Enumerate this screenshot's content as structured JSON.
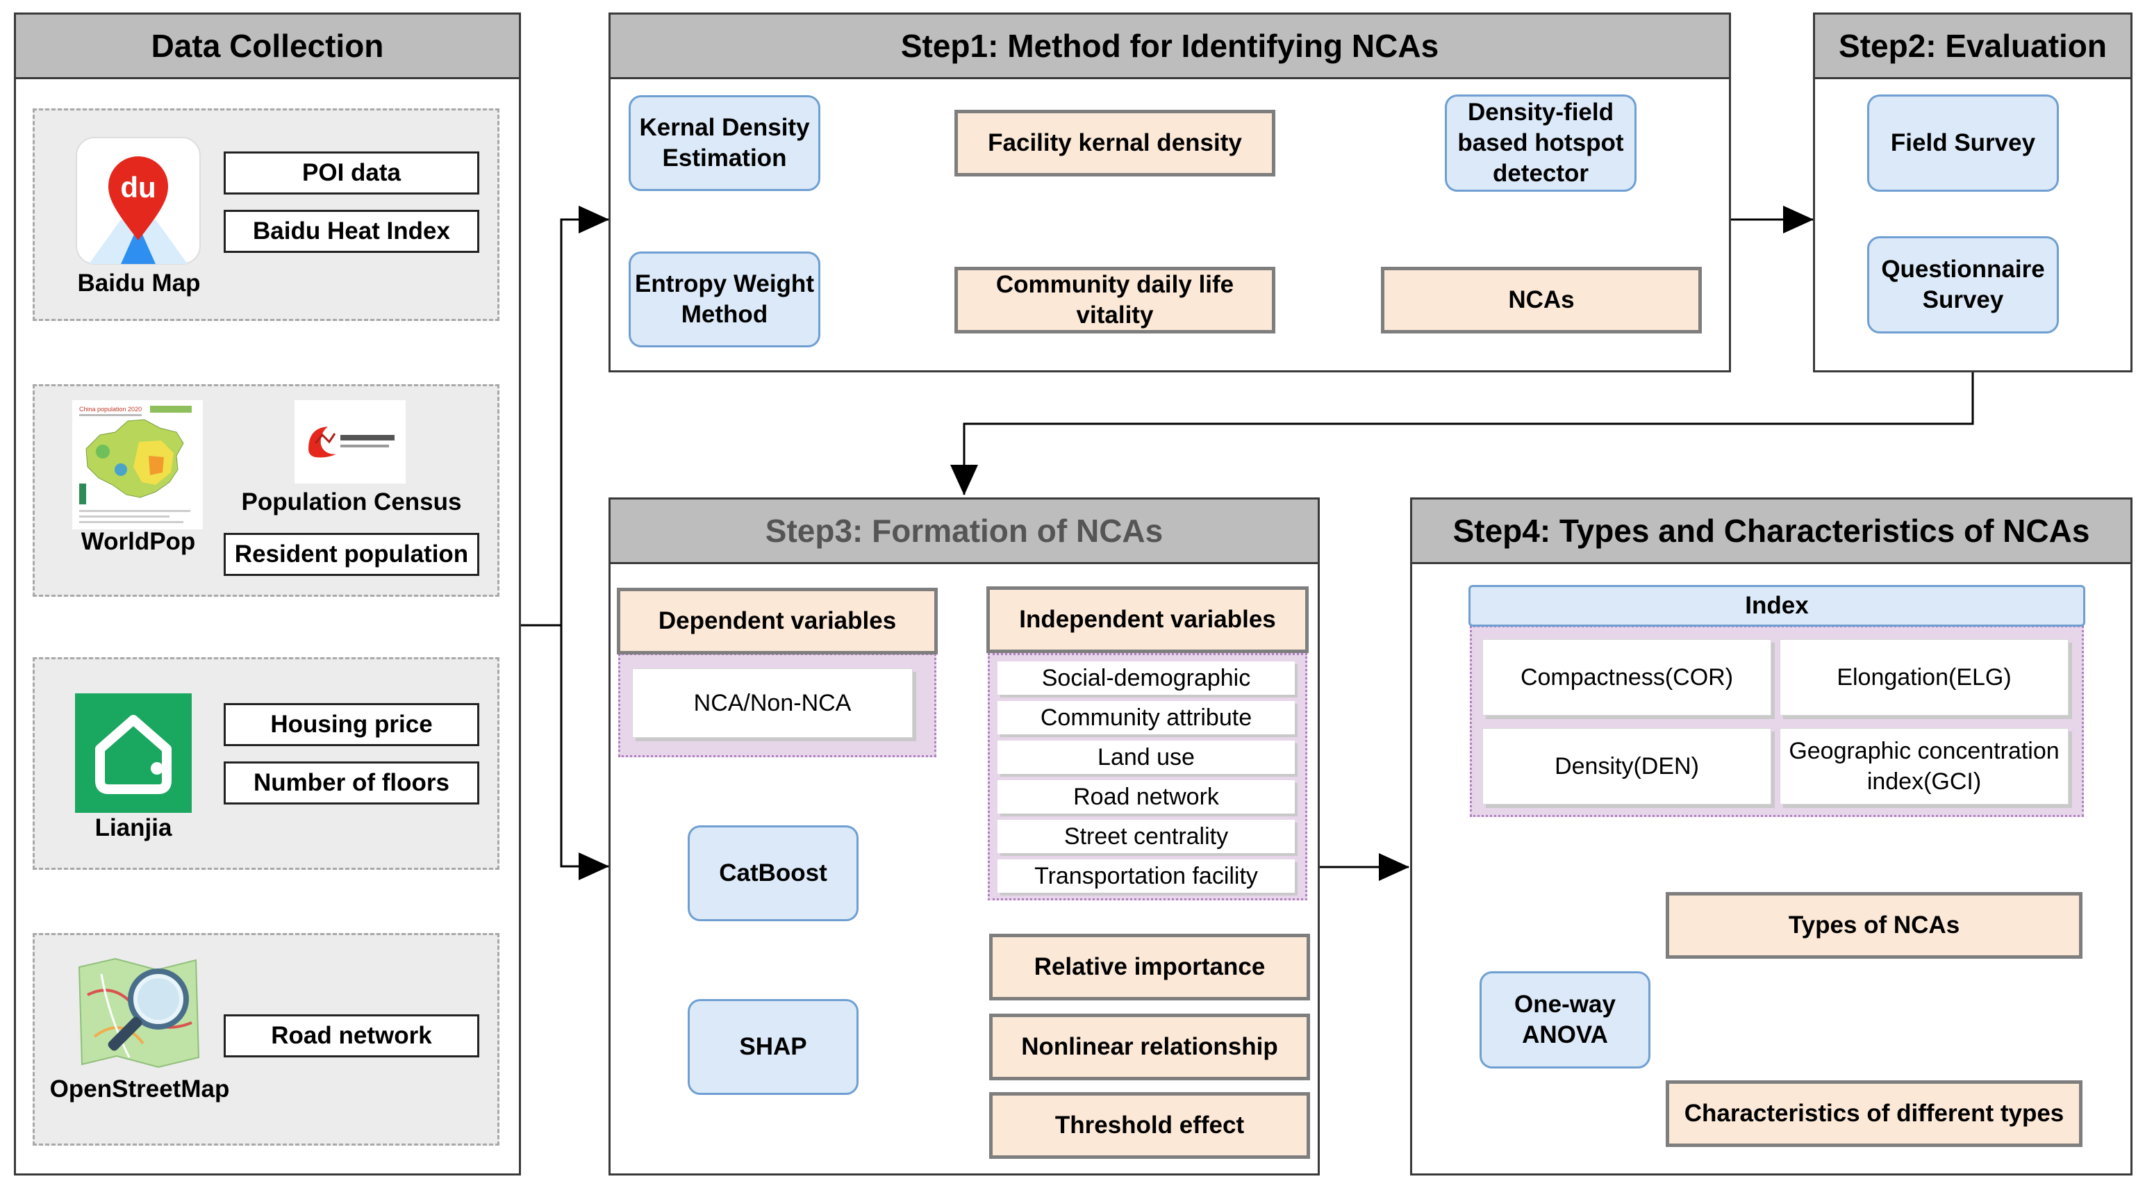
{
  "data_collection": {
    "title": "Data Collection",
    "sources": [
      {
        "name": "Baidu Map",
        "logo_text": "du",
        "items": [
          "POI data",
          "Baidu Heat Index"
        ]
      },
      {
        "name": "WorldPop",
        "map_title": "China population 2020",
        "census_name": "Population Census",
        "items": [
          "Resident population"
        ]
      },
      {
        "name": "Lianjia",
        "items": [
          "Housing price",
          "Number of floors"
        ]
      },
      {
        "name": "OpenStreetMap",
        "items": [
          "Road network"
        ]
      }
    ]
  },
  "step1": {
    "title": "Step1: Method for Identifying NCAs",
    "kde": "Kernal Density Estimation",
    "facility_density": "Facility kernal density",
    "entropy": "Entropy Weight Method",
    "vitality": "Community daily life vitality",
    "hotspot": "Density-field based hotspot detector",
    "ncas": "NCAs"
  },
  "step2": {
    "title": "Step2: Evaluation",
    "field_survey": "Field Survey",
    "questionnaire": "Questionnaire Survey"
  },
  "step3": {
    "title": "Step3: Formation of NCAs",
    "dependent_label": "Dependent variables",
    "dependent_item": "NCA/Non-NCA",
    "independent_label": "Independent variables",
    "independent_items": [
      "Social-demographic",
      "Community attribute",
      "Land use",
      "Road network",
      "Street centrality",
      "Transportation facility"
    ],
    "catboost": "CatBoost",
    "shap": "SHAP",
    "outputs": [
      "Relative importance",
      "Nonlinear relationship",
      "Threshold effect"
    ]
  },
  "step4": {
    "title": "Step4: Types and Characteristics of NCAs",
    "index_label": "Index",
    "indices": [
      "Compactness(COR)",
      "Elongation(ELG)",
      "Density(DEN)",
      "Geographic concentration index(GCI)"
    ],
    "types": "Types of NCAs",
    "anova": "One-way ANOVA",
    "characteristics": "Characteristics of different types"
  },
  "colors": {
    "panel_header": "#bdbdbd",
    "method_box_fill": "#dbe9f8",
    "method_box_border": "#6f9fd2",
    "result_box_fill": "#fbe8d6",
    "variable_group_fill": "#e7d5ea",
    "baidu_red": "#e4281d",
    "baidu_blue": "#2f8ff0",
    "lianjia_green": "#1aa760"
  }
}
